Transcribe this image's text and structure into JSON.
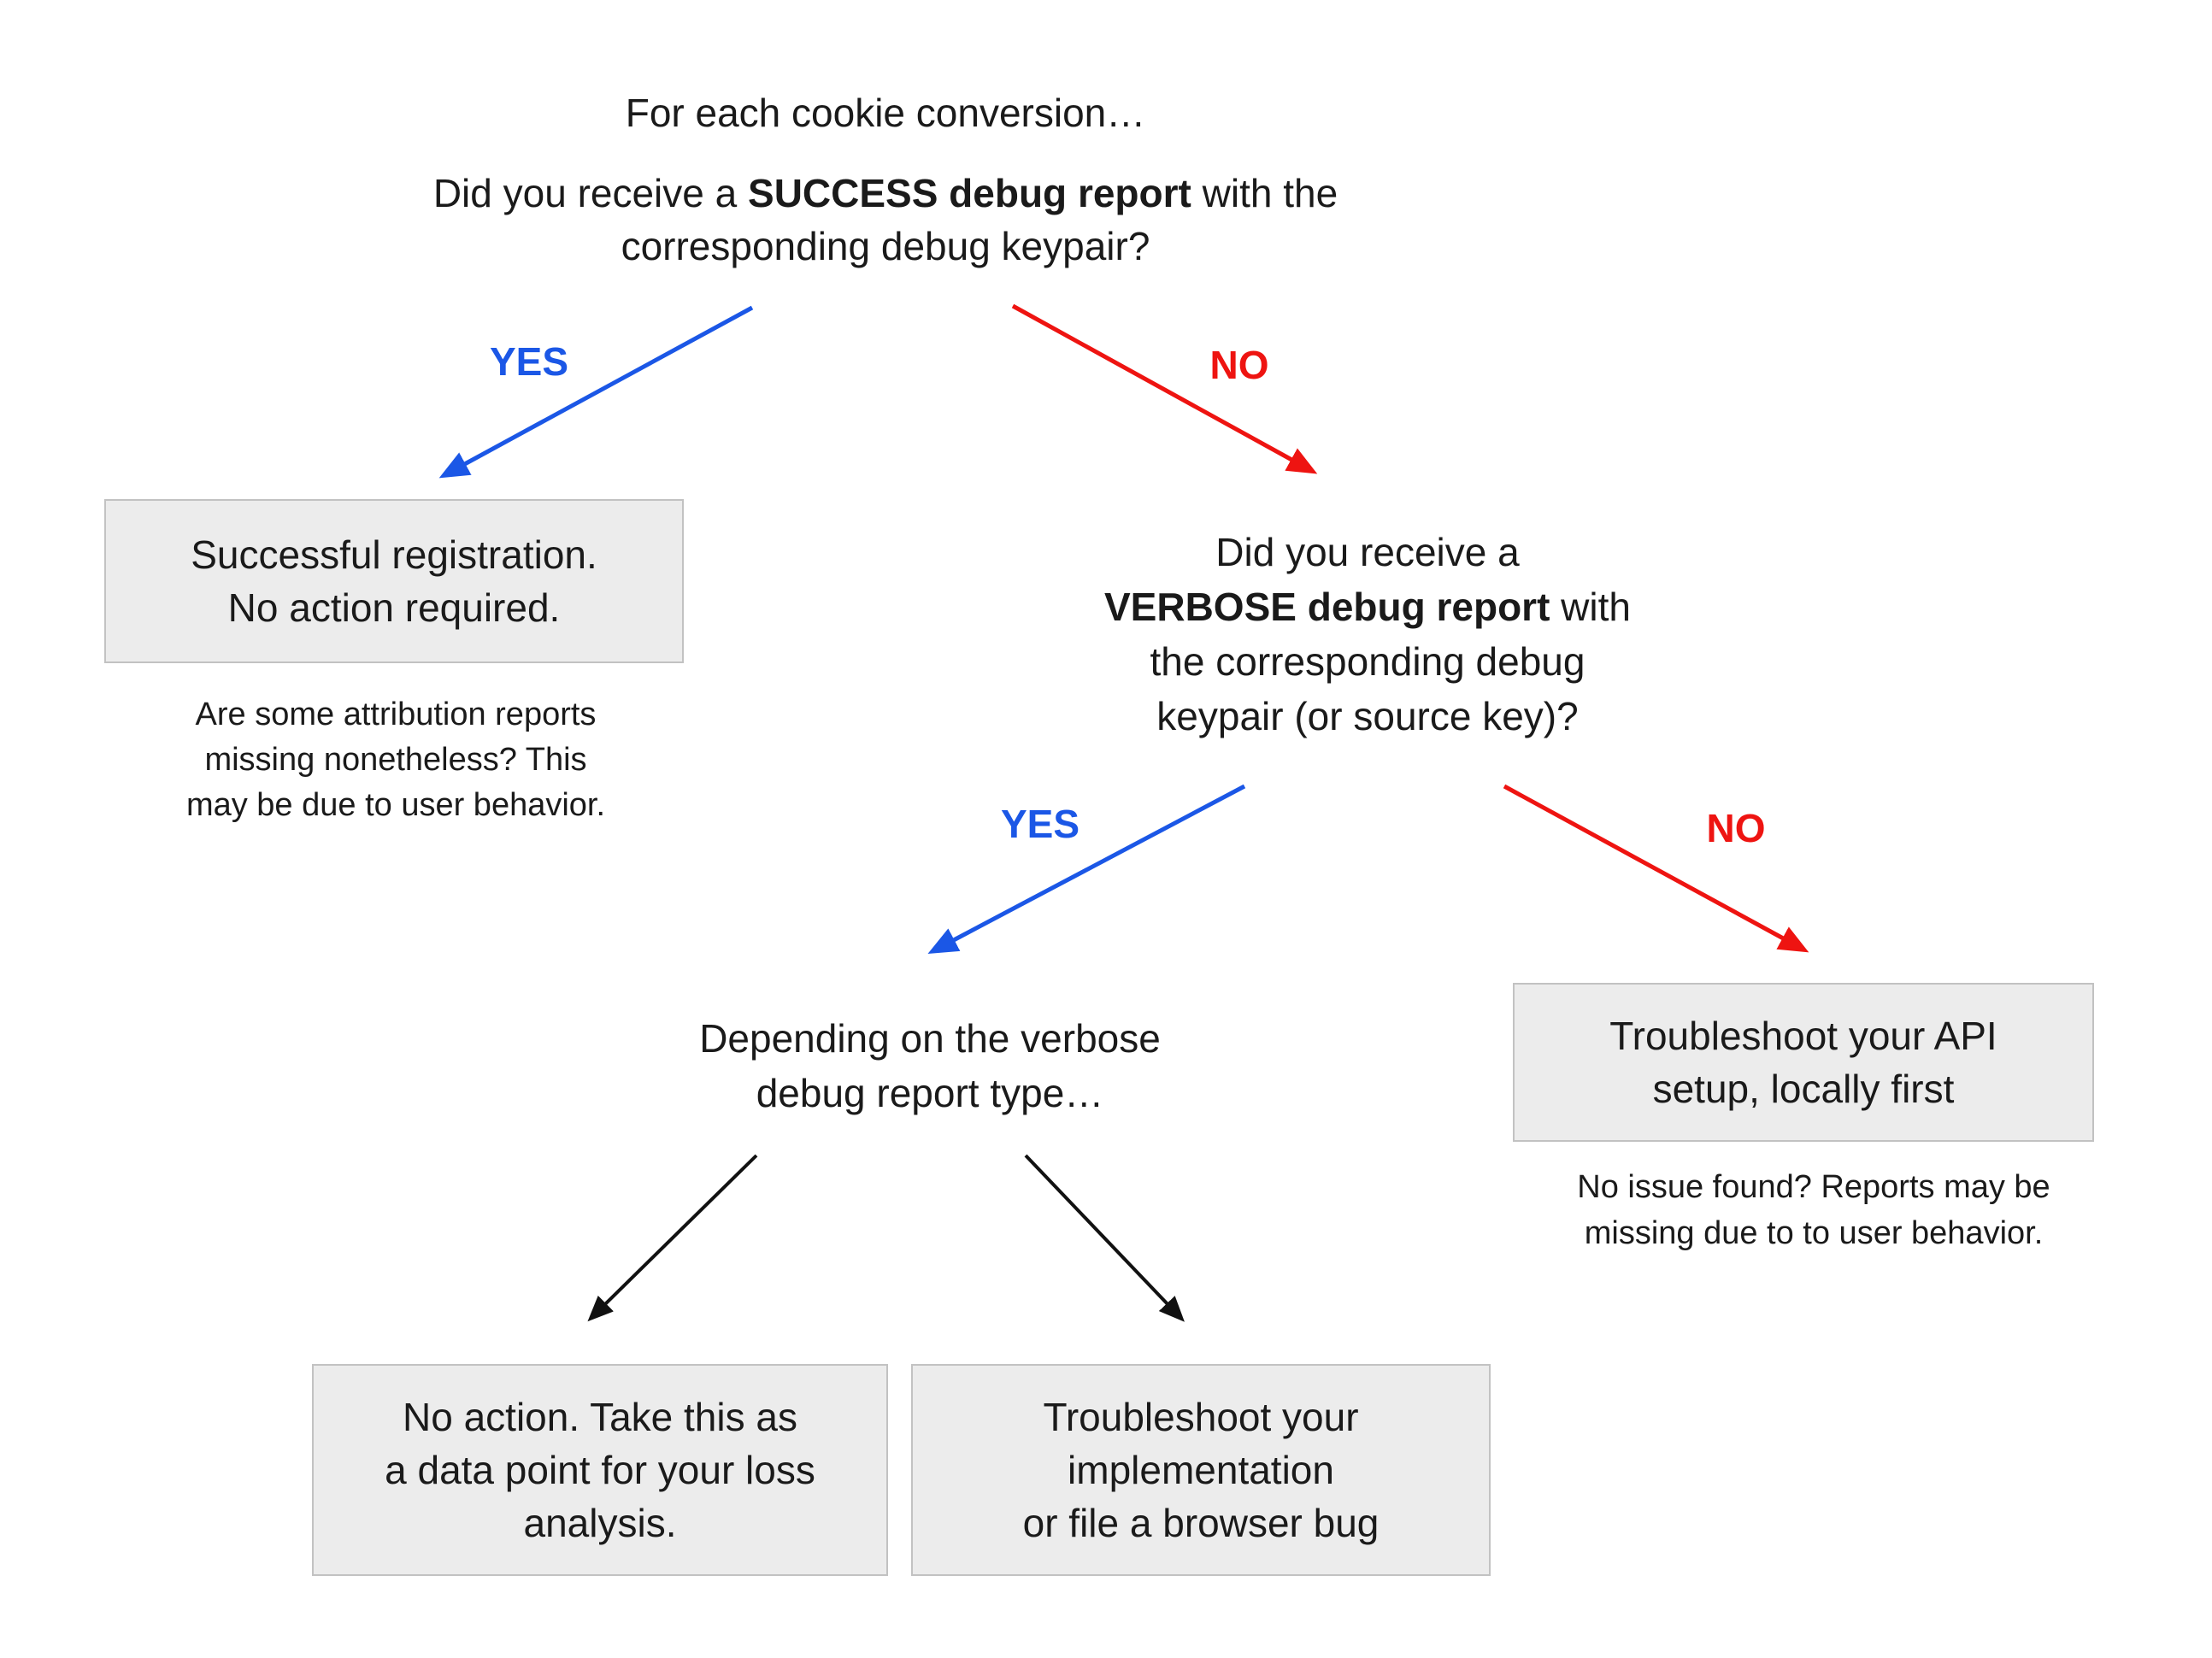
{
  "diagram": {
    "root_question": {
      "intro": "For each cookie conversion…",
      "line1_prefix": "Did you receive a ",
      "line1_bold": "SUCCESS debug report",
      "line1_suffix": " with the",
      "line2": "corresponding debug keypair?"
    },
    "labels": {
      "yes1": "YES",
      "no1": "NO",
      "yes2": "YES",
      "no2": "NO"
    },
    "success_box": {
      "lines": [
        "Successful registration.",
        "No action required."
      ]
    },
    "success_note": {
      "lines": [
        "Are some attribution reports",
        "missing nonetheless? This",
        "may be due to user behavior."
      ]
    },
    "verbose_question": {
      "line1": "Did you receive a",
      "line2_bold": "VERBOSE debug report",
      "line2_suffix": " with",
      "line3": "the corresponding debug",
      "line4": "keypair (or source key)?"
    },
    "depending": {
      "lines": [
        "Depending on the verbose",
        "debug report type…"
      ]
    },
    "api_box": {
      "lines": [
        "Troubleshoot your API",
        "setup, locally first"
      ]
    },
    "api_note": {
      "lines": [
        "No issue found? Reports may be",
        "missing due to to user behavior."
      ]
    },
    "no_action_box": {
      "lines": [
        "No action. Take this as",
        "a data point for your loss",
        "analysis."
      ]
    },
    "impl_box": {
      "lines": [
        "Troubleshoot your",
        "implementation",
        "or file a browser bug"
      ]
    },
    "colors": {
      "yes": "#1b57e6",
      "no": "#ee1411",
      "neutral_arrow": "#111111",
      "box_fill": "#ececec",
      "box_border": "#c2c2c2",
      "text": "#1a1a1a"
    }
  }
}
